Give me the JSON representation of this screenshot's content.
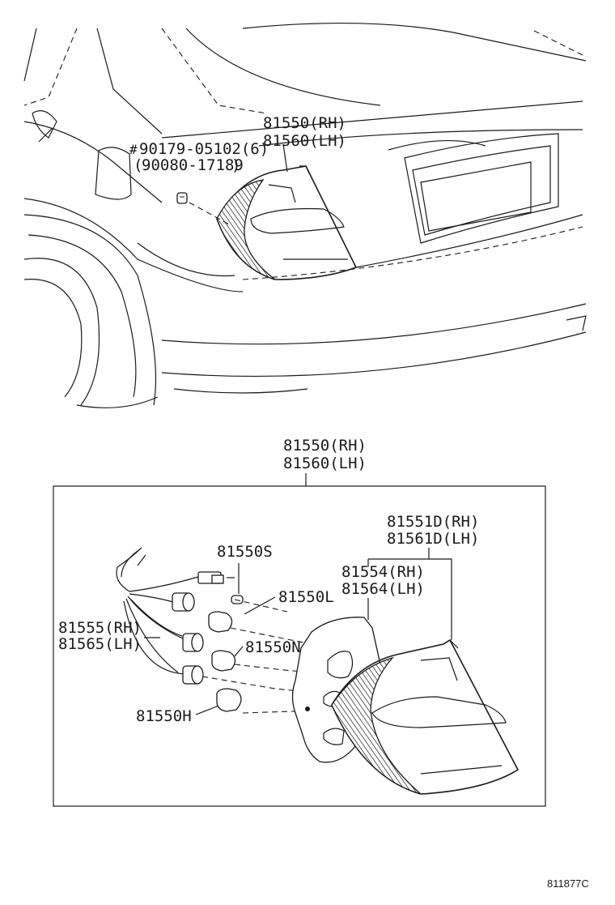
{
  "top_view": {
    "lamp_rh": "81550(RH)",
    "lamp_lh": "81560(LH)",
    "screw_line1": "90179-05102(6)",
    "screw_line2": "90080-17189"
  },
  "assembly": {
    "lamp_rh": "81550(RH)",
    "lamp_lh": "81560(LH)",
    "lens_rh": "81551D(RH)",
    "lens_lh": "81561D(LH)",
    "gasket_rh": "81554(RH)",
    "gasket_lh": "81564(LH)",
    "socket_rh": "81555(RH)",
    "socket_lh": "81565(LH)",
    "bulb_s": "81550S",
    "bulb_l": "81550L",
    "bulb_n": "81550N",
    "bulb_h": "81550H"
  },
  "footer": {
    "drawing_code": "811877C"
  }
}
